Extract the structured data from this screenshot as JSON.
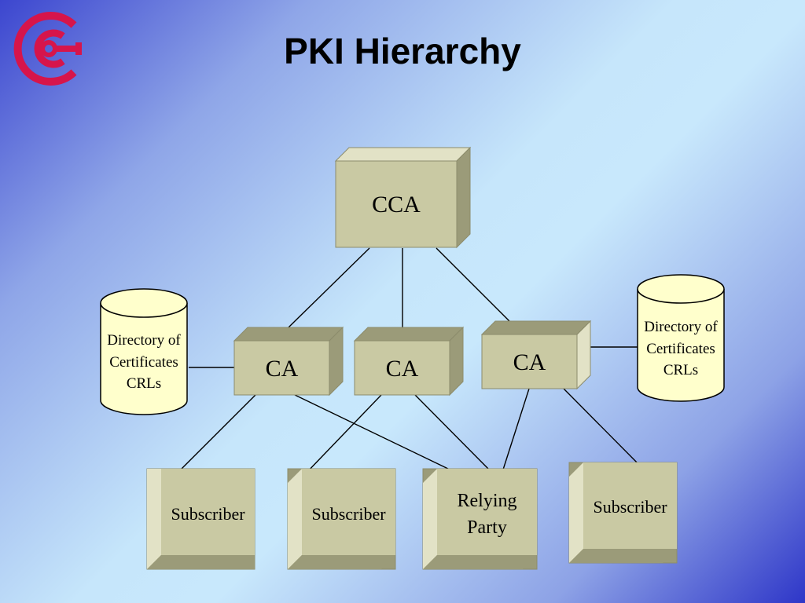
{
  "slide": {
    "title": "PKI Hierarchy"
  },
  "logo": {
    "icon": "circle-key-logo",
    "color": "#d6154b"
  },
  "diagram": {
    "root": {
      "label": "CCA"
    },
    "cas": [
      {
        "label": "CA"
      },
      {
        "label": "CA"
      },
      {
        "label": "CA"
      }
    ],
    "directories": [
      {
        "lines": [
          "Directory of",
          "Certificates",
          "CRLs"
        ]
      },
      {
        "lines": [
          "Directory of",
          "Certificates",
          "CRLs"
        ]
      }
    ],
    "endpoints": [
      {
        "lines": [
          "Subscriber"
        ]
      },
      {
        "lines": [
          "Subscriber"
        ]
      },
      {
        "lines": [
          "Relying",
          "Party"
        ]
      },
      {
        "lines": [
          "Subscriber"
        ]
      }
    ]
  },
  "colors": {
    "box_face": "#c9c9a3",
    "box_shade": "#9b9b79",
    "box_light": "#e2e2c6",
    "cylinder_fill": "#ffffcc"
  }
}
